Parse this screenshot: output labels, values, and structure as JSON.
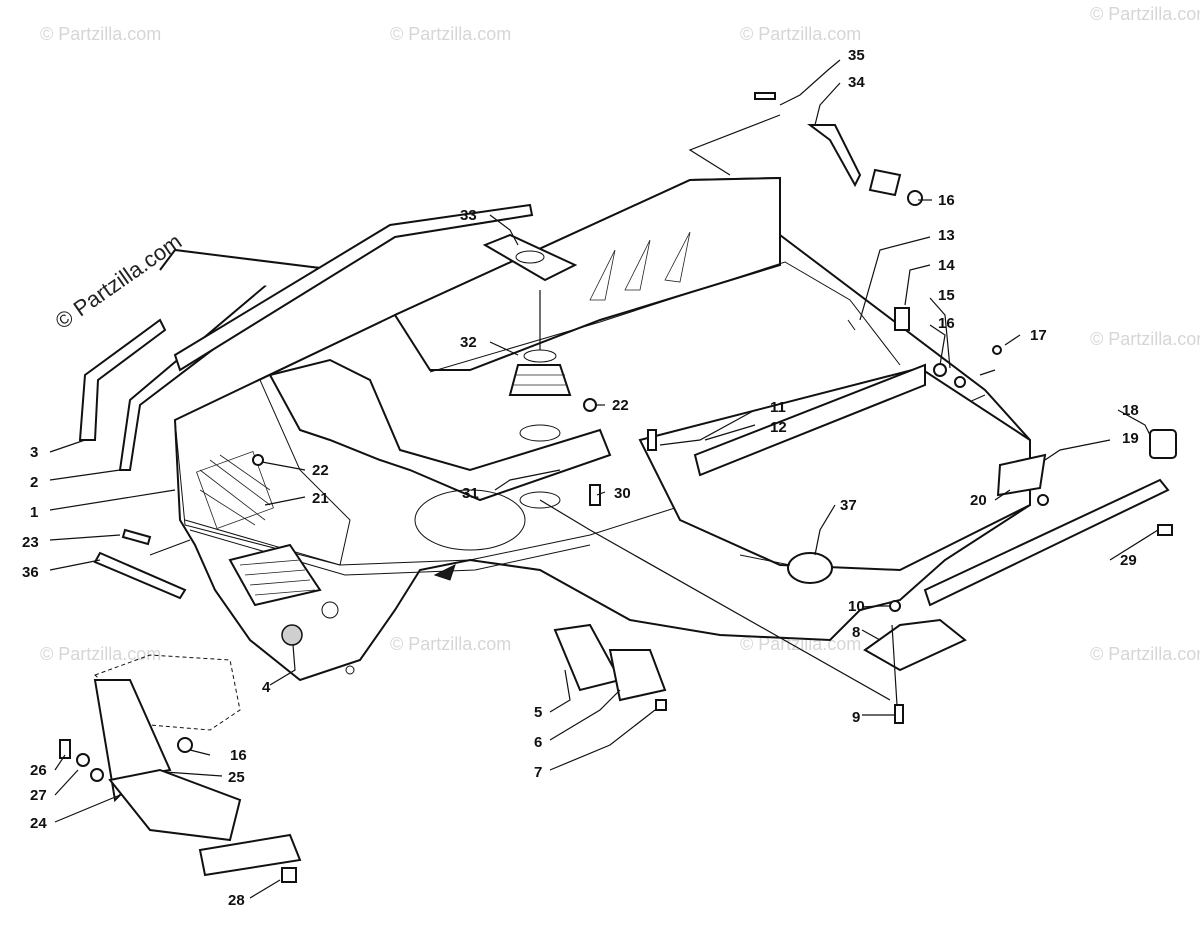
{
  "watermark": {
    "main": "© Partzilla.com",
    "repeat": "© Partzilla.com"
  },
  "callouts": [
    {
      "id": "c1",
      "text": "1"
    },
    {
      "id": "c2",
      "text": "2"
    },
    {
      "id": "c3",
      "text": "3"
    },
    {
      "id": "c4",
      "text": "4"
    },
    {
      "id": "c5",
      "text": "5"
    },
    {
      "id": "c6",
      "text": "6"
    },
    {
      "id": "c7",
      "text": "7"
    },
    {
      "id": "c8",
      "text": "8"
    },
    {
      "id": "c9",
      "text": "9"
    },
    {
      "id": "c10",
      "text": "10"
    },
    {
      "id": "c11",
      "text": "11"
    },
    {
      "id": "c12",
      "text": "12"
    },
    {
      "id": "c13",
      "text": "13"
    },
    {
      "id": "c14",
      "text": "14"
    },
    {
      "id": "c15",
      "text": "15"
    },
    {
      "id": "c16a",
      "text": "16"
    },
    {
      "id": "c16b",
      "text": "16"
    },
    {
      "id": "c16c",
      "text": "16"
    },
    {
      "id": "c17",
      "text": "17"
    },
    {
      "id": "c18",
      "text": "18"
    },
    {
      "id": "c19",
      "text": "19"
    },
    {
      "id": "c20",
      "text": "20"
    },
    {
      "id": "c21",
      "text": "21"
    },
    {
      "id": "c22a",
      "text": "22"
    },
    {
      "id": "c22b",
      "text": "22"
    },
    {
      "id": "c23",
      "text": "23"
    },
    {
      "id": "c24",
      "text": "24"
    },
    {
      "id": "c25",
      "text": "25"
    },
    {
      "id": "c26",
      "text": "26"
    },
    {
      "id": "c27",
      "text": "27"
    },
    {
      "id": "c28",
      "text": "28"
    },
    {
      "id": "c29",
      "text": "29"
    },
    {
      "id": "c30",
      "text": "30"
    },
    {
      "id": "c31",
      "text": "31"
    },
    {
      "id": "c32",
      "text": "32"
    },
    {
      "id": "c33",
      "text": "33"
    },
    {
      "id": "c34",
      "text": "34"
    },
    {
      "id": "c35",
      "text": "35"
    },
    {
      "id": "c36",
      "text": "36"
    },
    {
      "id": "c37",
      "text": "37"
    }
  ]
}
